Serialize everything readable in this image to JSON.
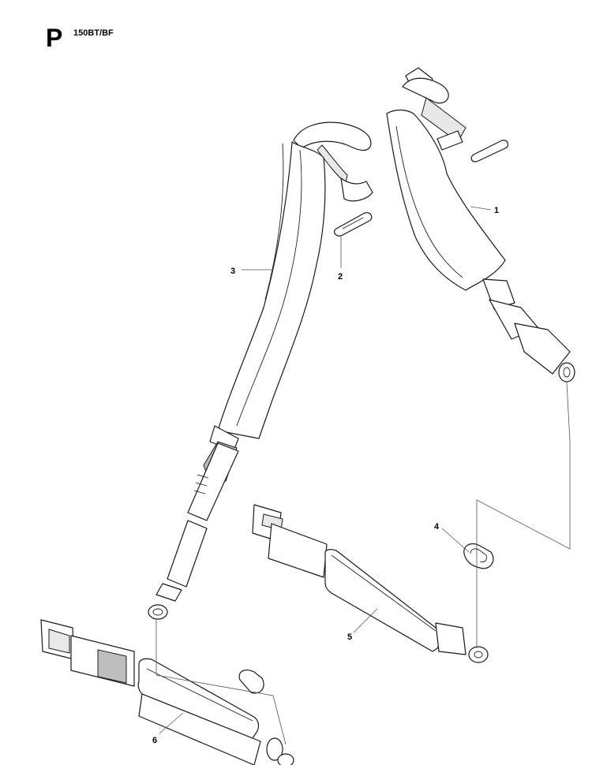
{
  "header": {
    "section_letter": "P",
    "model": "150BT/BF"
  },
  "callouts": [
    "1",
    "2",
    "3",
    "4",
    "5",
    "6"
  ]
}
